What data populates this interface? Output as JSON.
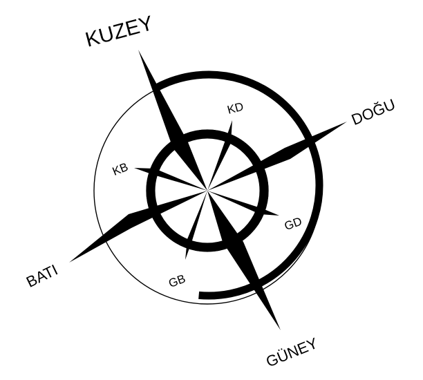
{
  "compass": {
    "labels": {
      "north": "KUZEY",
      "east": "DOĞU",
      "south": "GÜNEY",
      "west": "BATI",
      "northeast": "KD",
      "northwest": "KB",
      "southeast": "GD",
      "southwest": "GB"
    },
    "colors": {
      "ink": "#000000",
      "paper": "#ffffff"
    }
  }
}
